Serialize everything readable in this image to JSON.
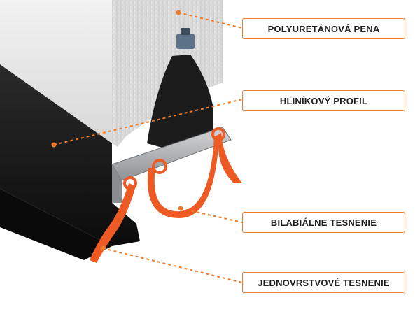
{
  "labels": {
    "polyurethane_foam": "POLYURETÁNOVÁ PENA",
    "aluminium_profile": "HLINÍKOVÝ PROFIL",
    "bilabial_seal": "BILABIÁLNE TESNENIE",
    "single_layer_seal": "JEDNOVRSTVOVÉ TESNENIE"
  },
  "colors": {
    "accent": "#f07c2a",
    "seal": "#ee5a24",
    "panel_dark": "#151515",
    "foam": "#dcdcdc",
    "aluminium": "#b9bcbf"
  }
}
